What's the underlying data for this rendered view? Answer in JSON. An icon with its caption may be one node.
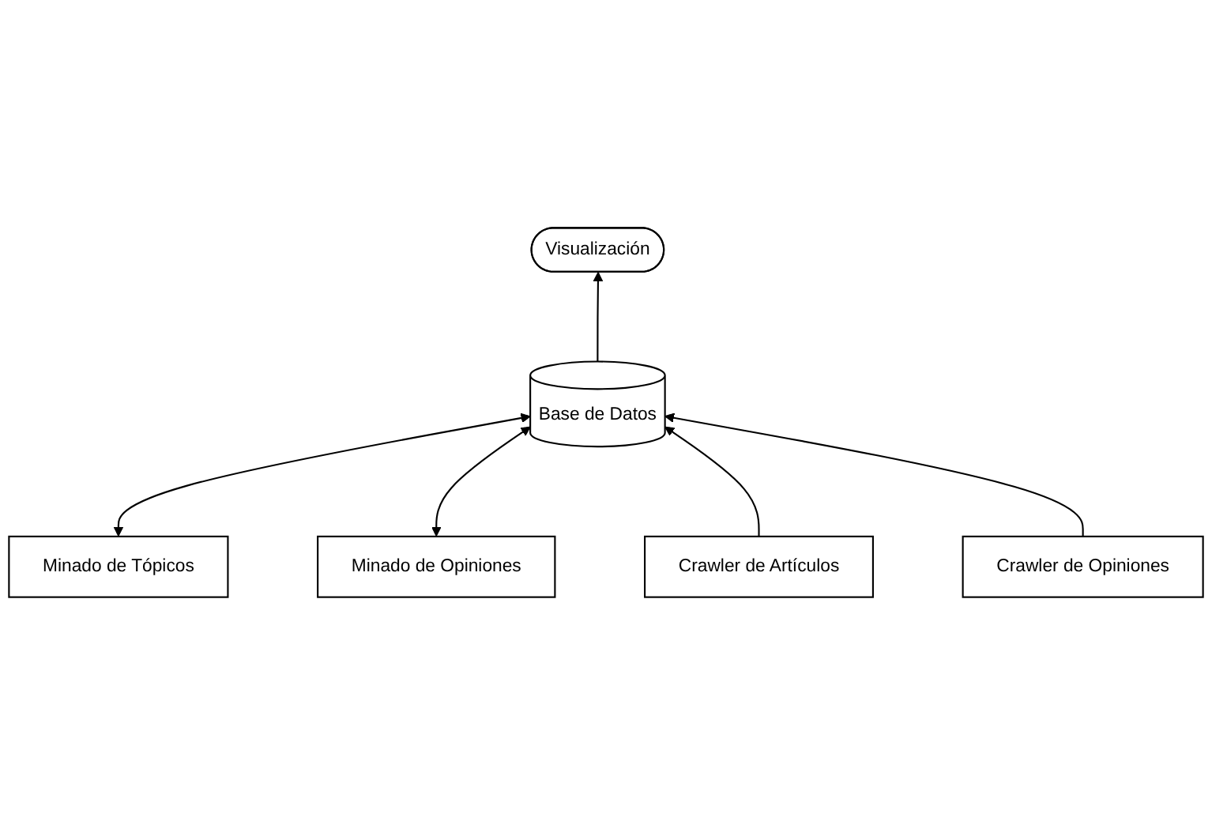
{
  "diagram": {
    "nodes": [
      {
        "text": [
          "Visualización"
        ]
      },
      {
        "text": [
          "Minado de Tópicos"
        ]
      },
      {
        "text": [
          "Minado de Opiniones"
        ]
      },
      {
        "text": [
          "Base de Datos"
        ]
      },
      {
        "text": [
          "Crawler de Artículos"
        ]
      },
      {
        "text": [
          "Crawler de Opiniones"
        ]
      }
    ],
    "edges": [
      {
        "from": 3,
        "to": 0,
        "arrow": "to"
      },
      {
        "from": 1,
        "to": 3,
        "arrow": "both"
      },
      {
        "from": 2,
        "to": 3,
        "arrow": "both"
      },
      {
        "from": 4,
        "to": 3,
        "arrow": "to"
      },
      {
        "from": 5,
        "to": 3,
        "arrow": "to"
      }
    ]
  }
}
